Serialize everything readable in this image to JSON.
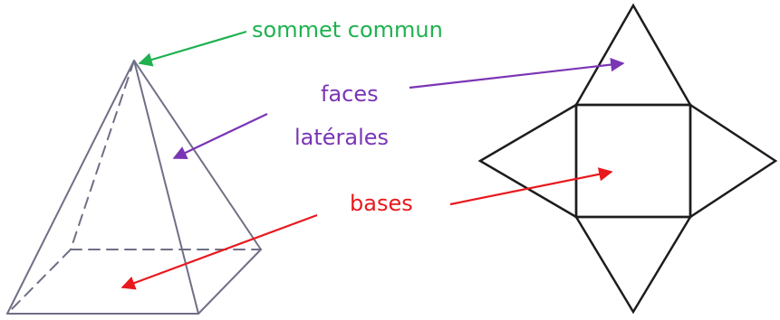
{
  "labels": {
    "apex": "sommet commun",
    "faces_line1": "faces",
    "faces_line2": "latérales",
    "bases": "bases"
  },
  "colors": {
    "apex": "#1fb14f",
    "faces": "#7a35b5",
    "bases": "#e8191d",
    "pyramid_edge": "#6f6f86",
    "net_edge": "#1d1d1d",
    "background": "#ffffff"
  },
  "figures": {
    "left": "square-based pyramid in perspective",
    "right": "net of a square-based pyramid"
  }
}
